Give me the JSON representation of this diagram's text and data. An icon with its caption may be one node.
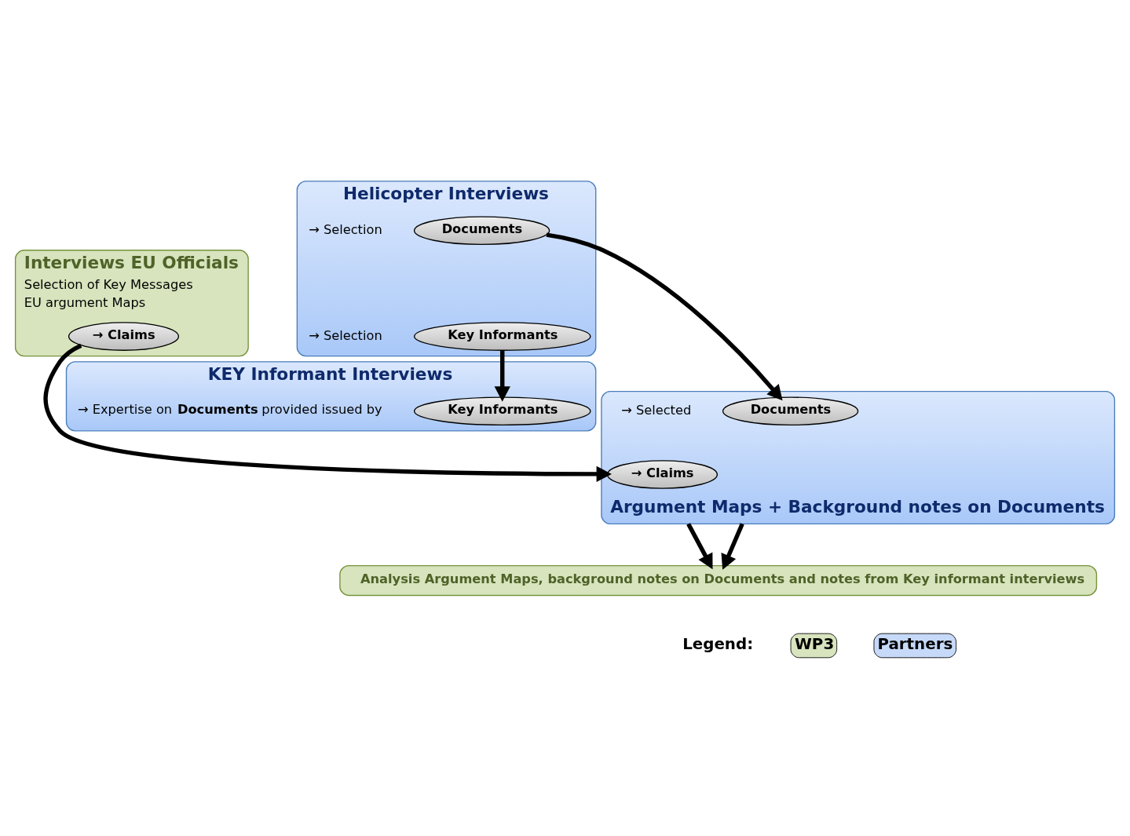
{
  "diagram": {
    "nodes": [
      {
        "text": [
          "Interviews EU Officials",
          "Selection of Key Messages",
          "EU argument Maps"
        ]
      },
      {
        "text": [
          "→ Claims"
        ],
        "in": 0
      },
      {
        "text": [
          "Helicopter Interviews"
        ]
      },
      {
        "text": [
          "Documents"
        ],
        "in": 2,
        "beside": [
          "→ Selection"
        ]
      },
      {
        "text": [
          "Key Informants"
        ],
        "in": 2,
        "beside": [
          "→ Selection"
        ]
      },
      {
        "text": [
          "KEY Informant Interviews"
        ]
      },
      {
        "text": [
          "Key Informants"
        ],
        "in": 5,
        "beside": [
          "→ Expertise on **Documents** provided issued by"
        ]
      },
      {
        "text": [
          "Argument Maps + Background notes on Documents"
        ]
      },
      {
        "text": [
          "→ Claims"
        ],
        "in": 7
      },
      {
        "text": [
          "Documents"
        ],
        "in": 7,
        "beside": [
          "→ Selected"
        ]
      },
      {
        "text": [
          "Analysis Argument Maps, background notes on Documents and notes from Key informant interviews"
        ]
      }
    ],
    "edges": [
      {
        "from": 1,
        "to": 8,
        "arrow": "to"
      },
      {
        "from": 3,
        "to": 9,
        "arrow": "to"
      },
      {
        "from": 4,
        "to": 6,
        "arrow": "to"
      },
      {
        "from": 7,
        "to": 10,
        "arrow": "to"
      },
      {
        "from": 7,
        "to": 10,
        "arrow": "to"
      }
    ],
    "labels": [
      "Legend:"
    ],
    "legend": [
      {
        "text": "WP3",
        "color": "#d7e4bd"
      },
      {
        "text": "Partners",
        "color": "#c6d9f8"
      }
    ]
  }
}
